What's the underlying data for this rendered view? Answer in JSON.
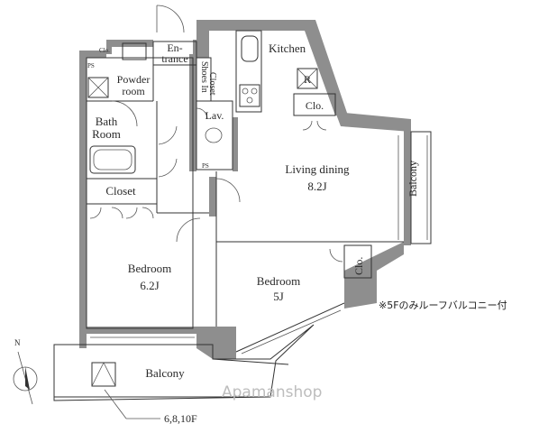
{
  "rooms": {
    "entrance": [
      "En-",
      "trance"
    ],
    "clo_small": "Clo.",
    "ps_top": "PS",
    "powder_room": [
      "Powder",
      "room"
    ],
    "shoes_closet": [
      "Shoes In",
      "Closet"
    ],
    "kitchen": "Kitchen",
    "refrigerator": "R",
    "kitchen_clo": "Clo.",
    "lav": "Lav.",
    "ps_lav": "PS",
    "bath": [
      "Bath",
      "Room"
    ],
    "closet": "Closet",
    "living": [
      "Living dining",
      "8.2J"
    ],
    "balcony_right": "Balcony",
    "bedroom1": [
      "Bedroom",
      "6.2J"
    ],
    "bedroom2": [
      "Bedroom",
      "5J"
    ],
    "bedroom2_clo": "Clo.",
    "balcony_bottom": "Balcony"
  },
  "note": "※5Fのみルーフバルコニー付",
  "floors_note": "6,8,10F",
  "compass_label": "N",
  "watermark": "Apamanshop",
  "colors": {
    "wall": "#8e8e8e",
    "line": "#333333",
    "watermark": "#bdbdbd"
  }
}
